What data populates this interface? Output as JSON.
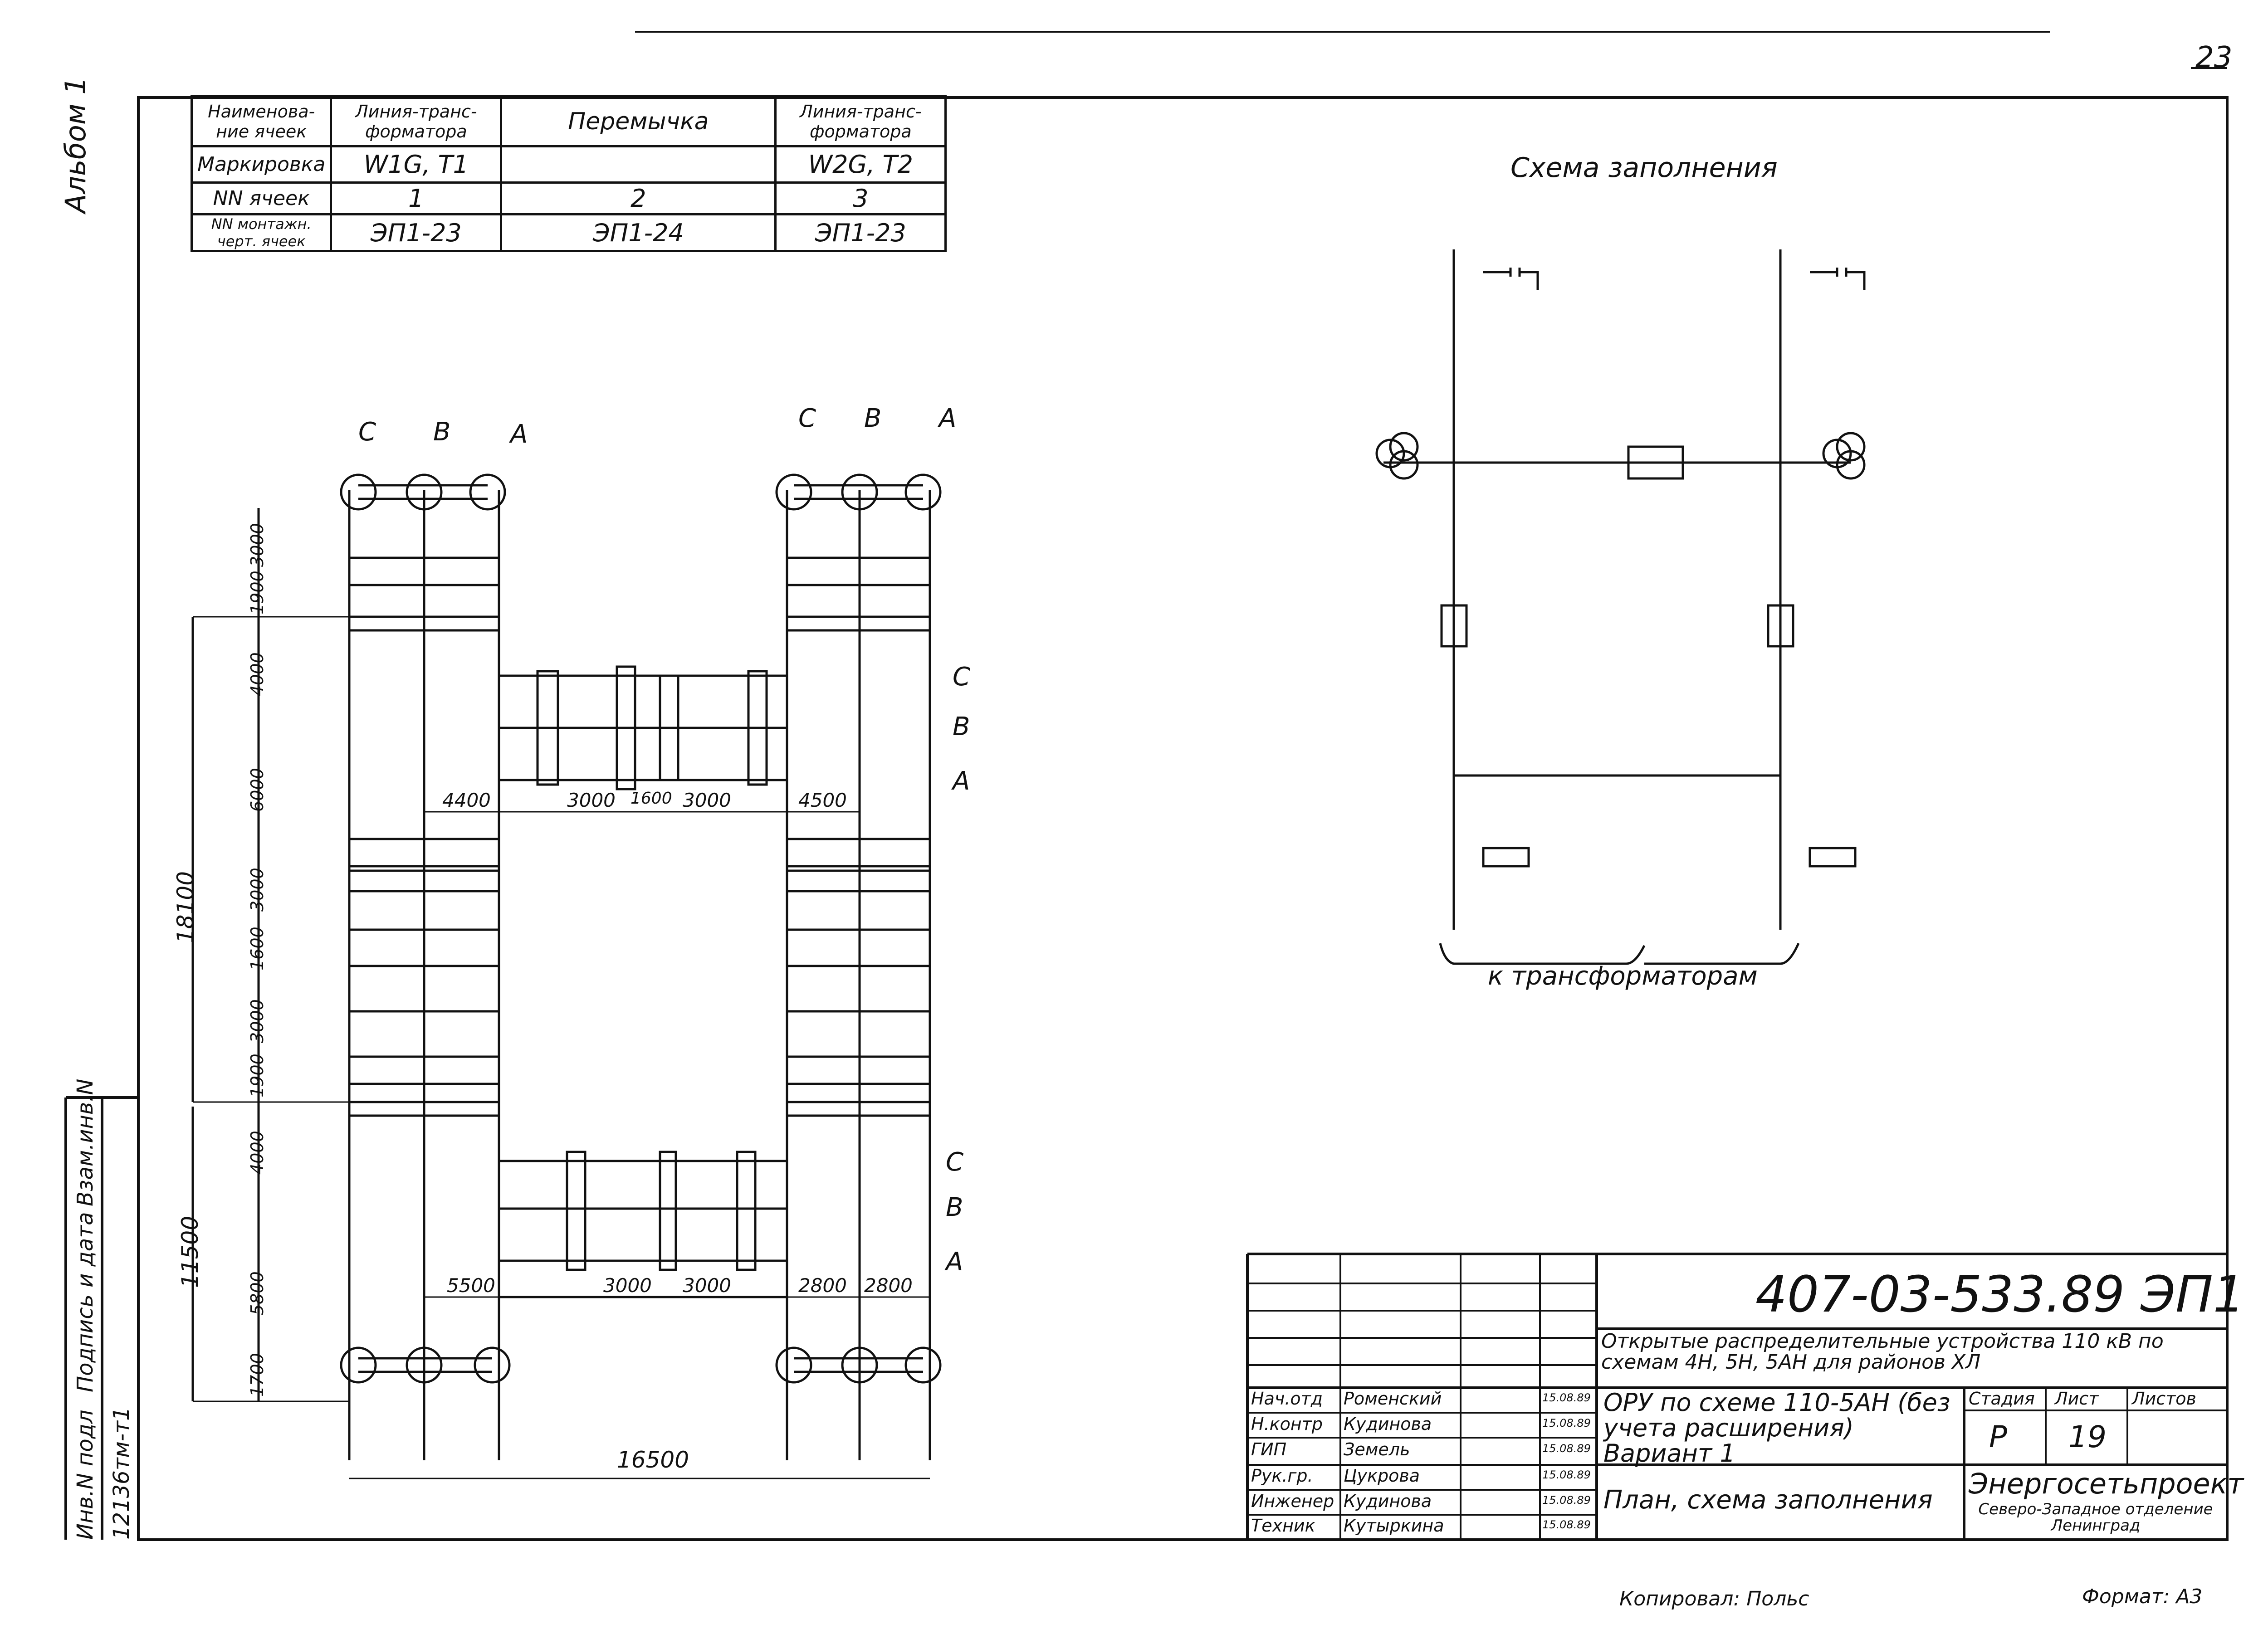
{
  "page_number": "23",
  "side_labels": {
    "album": "Альбом 1",
    "replace_inv": "Взам.инв.N",
    "sign_date": "Подпись и дата",
    "inv_orig": "Инв.N подл",
    "inv_value": "12136тм-т1"
  },
  "cell_table": {
    "rows": [
      {
        "header": "Наименова-ние ячеек",
        "cells": [
          "Линия-транс-форматора",
          "Перемычка",
          "Линия-транс-форматора"
        ]
      },
      {
        "header": "Маркировка",
        "cells": [
          "W1G, T1",
          "",
          "W2G, T2"
        ]
      },
      {
        "header": "NN ячеек",
        "cells": [
          "1",
          "2",
          "3"
        ]
      },
      {
        "header": "NN монтажн. черт. ячеек",
        "cells": [
          "ЭП1-23",
          "ЭП1-24",
          "ЭП1-23"
        ]
      }
    ]
  },
  "plan": {
    "phase_top_left": [
      "C",
      "B",
      "A"
    ],
    "phase_top_right": [
      "C",
      "B",
      "A"
    ],
    "phase_mid_right_upper": [
      "C",
      "B",
      "A"
    ],
    "phase_mid_right_lower": [
      "C",
      "B",
      "A"
    ],
    "dims_left_vertical": [
      "3000",
      "1900",
      "4000",
      "6000",
      "3000",
      "1600",
      "3000",
      "1900",
      "4000",
      "5800",
      "1700"
    ],
    "dim_total_upper": "18100",
    "dim_total_lower": "11500",
    "dims_upper_horizontal": [
      "4400",
      "3000",
      "1600",
      "3000",
      "4500"
    ],
    "dims_lower_horizontal": [
      "5500",
      "3000",
      "3000",
      "2800",
      "2800"
    ],
    "dim_bottom": "16500"
  },
  "scheme": {
    "title": "Схема заполнения",
    "caption": "к трансформаторам"
  },
  "title_block": {
    "doc_number": "407-03-533.89 ЭП1",
    "title_main": "Открытые распределительные устройства 110 кВ по схемам 4Н, 5Н, 5АН для районов ХЛ",
    "title_sub": "ОРУ по схеме 110-5АН (без учета расширения) Вариант 1",
    "sheet_name": "План, схема заполнения",
    "stage_label": "Стадия",
    "sheet_label": "Лист",
    "sheets_label": "Листов",
    "stage_value": "Р",
    "sheet_value": "19",
    "org_name": "Энергосетьпроект",
    "org_sub": "Северо-Западное отделение Ленинград",
    "staff": [
      {
        "role": "Нач.отд",
        "name": "Роменский",
        "date": "15.08.89"
      },
      {
        "role": "Н.контр",
        "name": "Кудинова",
        "date": "15.08.89"
      },
      {
        "role": "ГИП",
        "name": "Земель",
        "date": "15.08.89"
      },
      {
        "role": "Рук.гр.",
        "name": "Цукрова",
        "date": "15.08.89"
      },
      {
        "role": "Инженер",
        "name": "Кудинова",
        "date": "15.08.89"
      },
      {
        "role": "Техник",
        "name": "Кутыркина",
        "date": "15.08.89"
      }
    ]
  },
  "footer": {
    "copied": "Копировал: Польс",
    "format": "Формат: А3"
  }
}
